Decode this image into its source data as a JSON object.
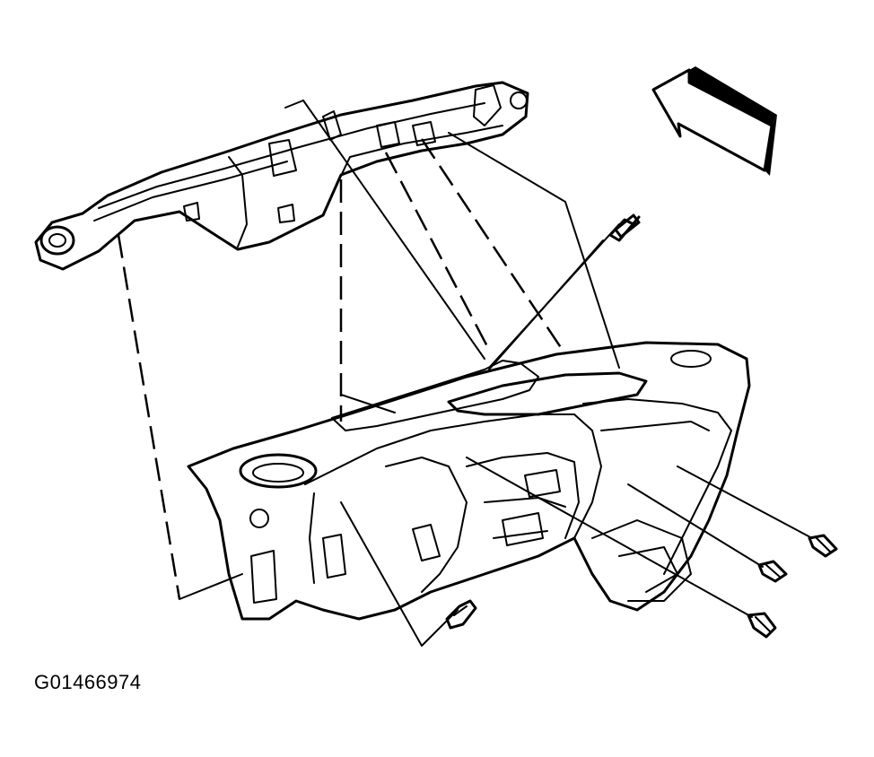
{
  "figure": {
    "id_label": "G01466974",
    "parts": [
      {
        "name": "instrument-panel-carrier"
      },
      {
        "name": "instrument-panel"
      },
      {
        "name": "bolt"
      }
    ],
    "direction_arrow": "front-of-vehicle-arrow"
  }
}
